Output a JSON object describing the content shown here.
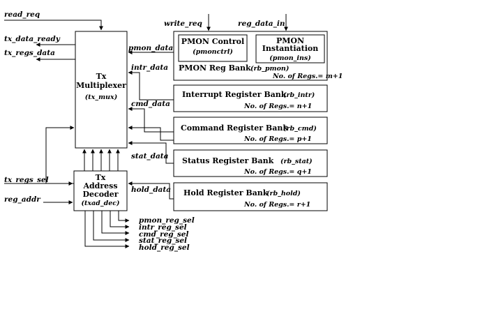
{
  "signals": {
    "read_req": "read_req",
    "tx_data_ready": "tx_data_ready",
    "tx_regs_data": "tx_regs_data",
    "tx_regs_sel": "tx_regs_sel",
    "reg_addr": "reg_addr",
    "write_req": "write_req",
    "reg_data_in": "reg_data_in",
    "pmon_data": "pmon_data",
    "intr_data": "intr_data",
    "cmd_data": "cmd_data",
    "stat_data": "stat_data",
    "hold_data": "hold_data"
  },
  "tx_mux": {
    "line1": "Tx",
    "line2": "Multiplexer",
    "line3": "(tx_mux)"
  },
  "tx_dec": {
    "line1": "Tx",
    "line2": "Address",
    "line3": "Decoder",
    "line4": "(txad_dec)"
  },
  "pmon": {
    "control_title": "PMON Control",
    "control_sub": "(pmonctrl)",
    "inst_title1": "PMON",
    "inst_title2": "Instantiation",
    "inst_sub": "(pmon_ins)",
    "bank_label": "PMON Reg Bank",
    "bank_sub": "(rb_pmon)",
    "count": "No. of Regs.= m+1"
  },
  "banks": [
    {
      "title": "Interrupt Register Bank",
      "sub": "(rb_intr)",
      "count": "No. of Regs.= n+1"
    },
    {
      "title": "Command Register Bank",
      "sub": "(rb_cmd)",
      "count": "No. of Regs.= p+1"
    },
    {
      "title": "Status Register Bank",
      "sub": "(rb_stat)",
      "count": "No. of Regs.= q+1"
    },
    {
      "title": "Hold Register Bank",
      "sub": "(rb_hold)",
      "count": "No. of Regs.= r+1"
    }
  ],
  "selects": [
    "pmon_reg_sel",
    "intr_reg_sel",
    "cmd_reg_sel",
    "stat_reg_sel",
    "hold_reg_sel"
  ]
}
